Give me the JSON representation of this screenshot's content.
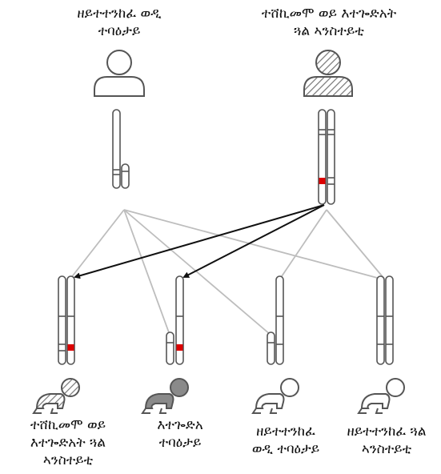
{
  "parents": {
    "father": {
      "lines": [
        "ዘይተተንከፈ ወዲ",
        "ተባዕታይ"
      ],
      "status": "unaffected"
    },
    "mother": {
      "lines": [
        "ተሸኪመሞ ወይ እተጐድአት",
        "ጓል ኣንስተይቲ"
      ],
      "status": "carrier"
    }
  },
  "children": [
    {
      "lines": [
        "ተሸኪመሞ ወይ",
        "እተጐድአት ጓል",
        "ኣንስተይቲ"
      ],
      "status": "carrier"
    },
    {
      "lines": [
        "እተጐድአ",
        "ተባዕታይ"
      ],
      "status": "affected"
    },
    {
      "lines": [
        "ዘይተተንከፈ",
        "ወዲ ተባዕታይ"
      ],
      "status": "unaffected"
    },
    {
      "lines": [
        "ዘይተተንከፈ ጓል",
        "ኣንስተይቲ"
      ],
      "status": "unaffected"
    }
  ],
  "colors": {
    "outline": "#555555",
    "mutation": "#dd0000",
    "inherited_arrow": "#111111",
    "other_lines": "#bdbdbd",
    "affected_fill": "#8a8a8a",
    "hatch": "#777777"
  }
}
